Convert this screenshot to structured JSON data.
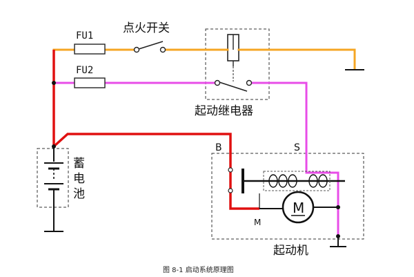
{
  "labels": {
    "fu1": "FU1",
    "fu2": "FU2",
    "ignition_switch": "点火开关",
    "starter_relay": "起动继电器",
    "battery": [
      "蓄",
      "电",
      "池"
    ],
    "terminal_b": "B",
    "terminal_s": "S",
    "terminal_m": "M",
    "motor": "M",
    "starter": "起动机",
    "caption": "图 8-1 启动系统原理图"
  },
  "colors": {
    "orange_wire": "#f5a623",
    "magenta_wire": "#e84de8",
    "red_wire": "#e01010",
    "black_wire": "#111111"
  }
}
